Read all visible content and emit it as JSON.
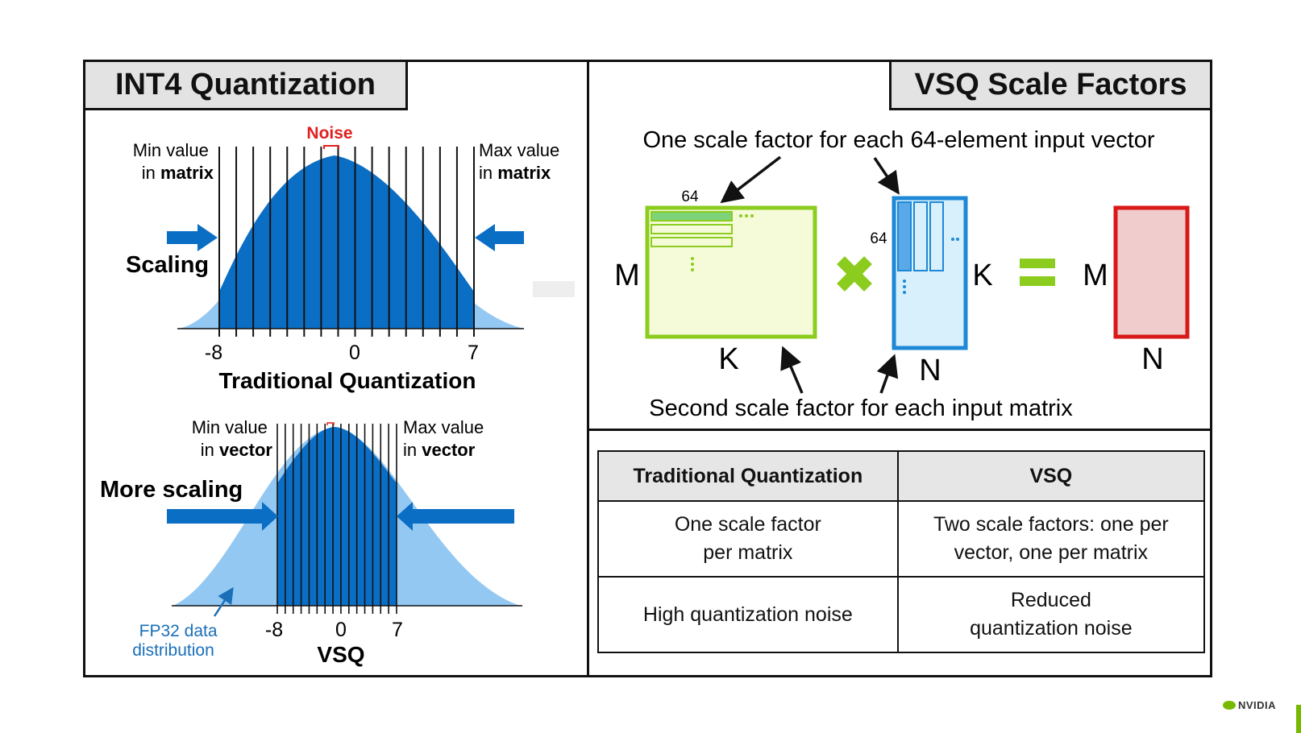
{
  "left_panel": {
    "title": "INT4 Quantization",
    "top_plot": {
      "noise_label": "Noise",
      "min_label": [
        "Min value",
        "in ",
        "matrix"
      ],
      "max_label": [
        "Max value",
        "in ",
        "matrix"
      ],
      "scaling_label": "Scaling",
      "ticks": [
        "-8",
        "0",
        "7"
      ],
      "caption": "Traditional Quantization"
    },
    "bottom_plot": {
      "min_label": [
        "Min value",
        "in ",
        "vector"
      ],
      "max_label": [
        "Max value",
        "in ",
        "vector"
      ],
      "scaling_label": "More scaling",
      "ticks": [
        "-8",
        "0",
        "7"
      ],
      "caption": "VSQ",
      "fp32_label": [
        "FP32 data",
        "distribution"
      ]
    }
  },
  "right_panel": {
    "title": "VSQ Scale Factors",
    "top_caption": "One scale factor for each 64-element input vector",
    "bottom_caption": "Second scale factor for each input matrix",
    "matrix_labels": {
      "a_rows": "M",
      "a_cols": "K",
      "a_vec": "64",
      "b_rows": "K",
      "b_cols": "N",
      "b_vec": "64",
      "c_rows": "M",
      "c_cols": "N",
      "times": "×",
      "equals": "="
    },
    "colors": {
      "matrix_a": "#8ccc1e",
      "matrix_b": "#1e88d6",
      "matrix_c": "#d81919",
      "times": "#8ccc1e",
      "equals": "#8ccc1e"
    }
  },
  "table": {
    "headers": [
      "Traditional Quantization",
      "VSQ"
    ],
    "rows": [
      [
        [
          "One scale factor",
          "per matrix"
        ],
        [
          "Two scale factors: one per",
          "vector, one per matrix"
        ]
      ],
      [
        [
          "High quantization noise"
        ],
        [
          "Reduced",
          "quantization noise"
        ]
      ]
    ]
  },
  "logo": "NVIDIA",
  "colors": {
    "dark_blue": "#0b6ec5",
    "light_blue": "#93c8f2",
    "noise_red": "#e02020",
    "fp32_text": "#1a6fb8"
  }
}
